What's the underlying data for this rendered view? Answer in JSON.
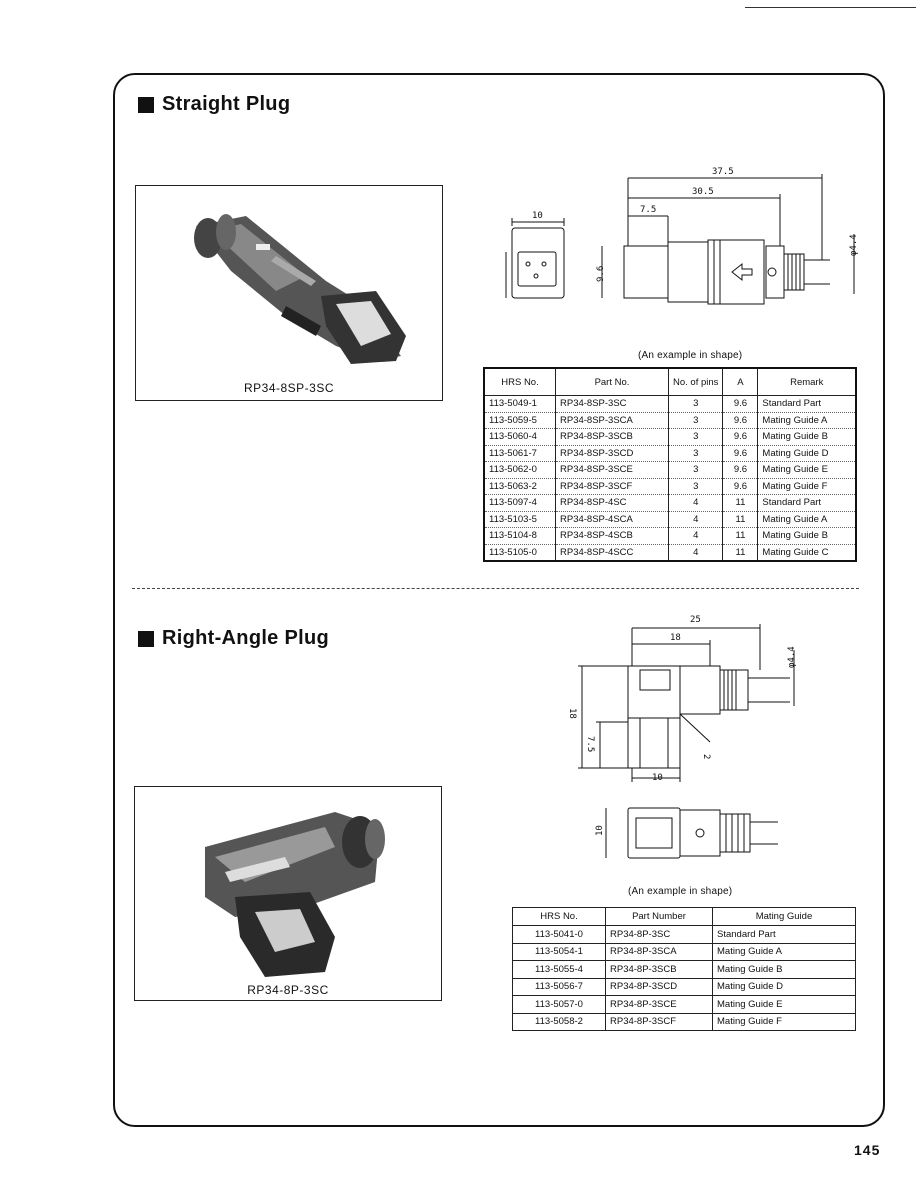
{
  "section1": {
    "title": "Straight Plug",
    "photo_caption": "RP34-8SP-3SC",
    "drawing_caption": "(An example in shape)",
    "dimensions": {
      "overall": "37.5",
      "mid": "30.5",
      "front": "7.5",
      "width": "10",
      "height": "9.6",
      "cable": "φ4.4"
    },
    "table": {
      "headers": [
        "HRS No.",
        "Part No.",
        "No. of pins",
        "A",
        "Remark"
      ],
      "rows": [
        [
          "113-5049-1",
          "RP34-8SP-3SC",
          "3",
          "9.6",
          "Standard Part"
        ],
        [
          "113-5059-5",
          "RP34-8SP-3SCA",
          "3",
          "9.6",
          "Mating Guide A"
        ],
        [
          "113-5060-4",
          "RP34-8SP-3SCB",
          "3",
          "9.6",
          "Mating Guide B"
        ],
        [
          "113-5061-7",
          "RP34-8SP-3SCD",
          "3",
          "9.6",
          "Mating Guide D"
        ],
        [
          "113-5062-0",
          "RP34-8SP-3SCE",
          "3",
          "9.6",
          "Mating Guide E"
        ],
        [
          "113-5063-2",
          "RP34-8SP-3SCF",
          "3",
          "9.6",
          "Mating Guide F"
        ],
        [
          "113-5097-4",
          "RP34-8SP-4SC",
          "4",
          "11",
          "Standard Part"
        ],
        [
          "113-5103-5",
          "RP34-8SP-4SCA",
          "4",
          "11",
          "Mating Guide A"
        ],
        [
          "113-5104-8",
          "RP34-8SP-4SCB",
          "4",
          "11",
          "Mating Guide B"
        ],
        [
          "113-5105-0",
          "RP34-8SP-4SCC",
          "4",
          "11",
          "Mating Guide C"
        ]
      ]
    }
  },
  "section2": {
    "title": "Right-Angle Plug",
    "photo_caption": "RP34-8P-3SC",
    "drawing_caption": "(An example in shape)",
    "dimensions": {
      "overall": "25",
      "mid": "18",
      "height": "18",
      "lower": "7.5",
      "width": "10",
      "angle": "2",
      "cable": "φ4.4",
      "side": "10"
    },
    "table": {
      "headers": [
        "HRS No.",
        "Part Number",
        "Mating Guide"
      ],
      "rows": [
        [
          "113-5041-0",
          "RP34-8P-3SC",
          "Standard Part"
        ],
        [
          "113-5054-1",
          "RP34-8P-3SCA",
          "Mating Guide A"
        ],
        [
          "113-5055-4",
          "RP34-8P-3SCB",
          "Mating Guide B"
        ],
        [
          "113-5056-7",
          "RP34-8P-3SCD",
          "Mating Guide D"
        ],
        [
          "113-5057-0",
          "RP34-8P-3SCE",
          "Mating Guide E"
        ],
        [
          "113-5058-2",
          "RP34-8P-3SCF",
          "Mating Guide F"
        ]
      ]
    }
  },
  "page_number": "145"
}
